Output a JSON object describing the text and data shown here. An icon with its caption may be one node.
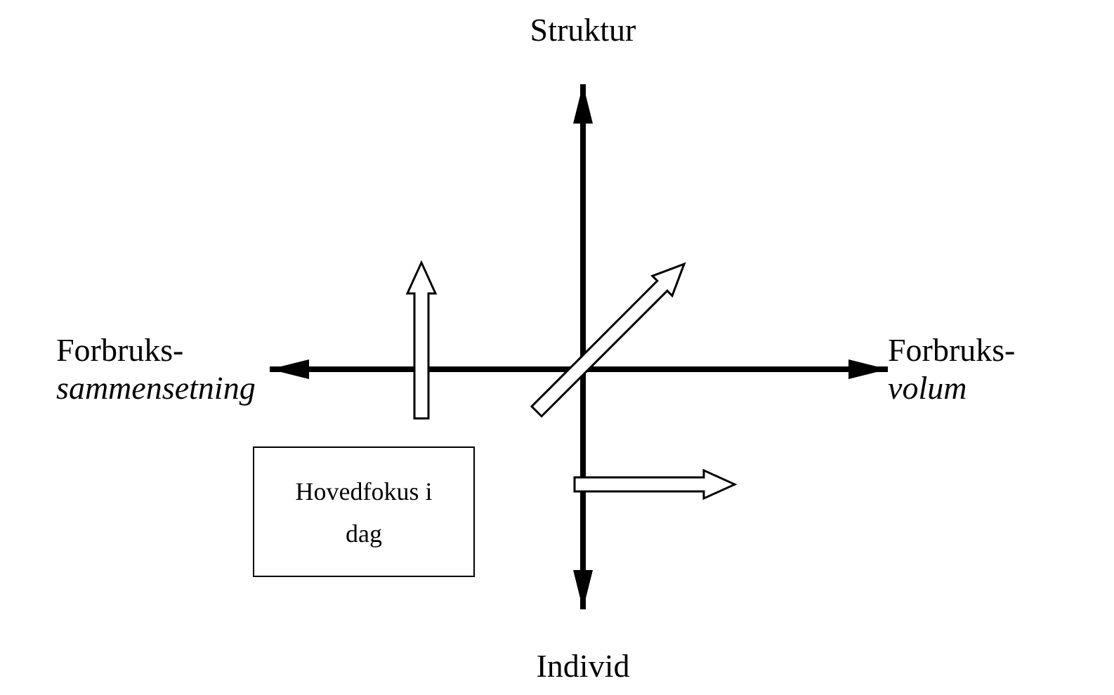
{
  "diagram": {
    "nodes": [
      {
        "text": [
          "Struktur"
        ]
      },
      {
        "text": [
          "Forbruks-",
          "sammensetning"
        ]
      },
      {
        "text": [
          "Forbruks-",
          "volum"
        ]
      },
      {
        "text": [
          "Individ"
        ]
      },
      {
        "text": [
          "Hovedfokus i dag"
        ]
      }
    ],
    "edges": [
      {
        "from": 3,
        "to": 0,
        "arrow": "both"
      },
      {
        "from": 1,
        "to": 2,
        "arrow": "both"
      }
    ]
  }
}
